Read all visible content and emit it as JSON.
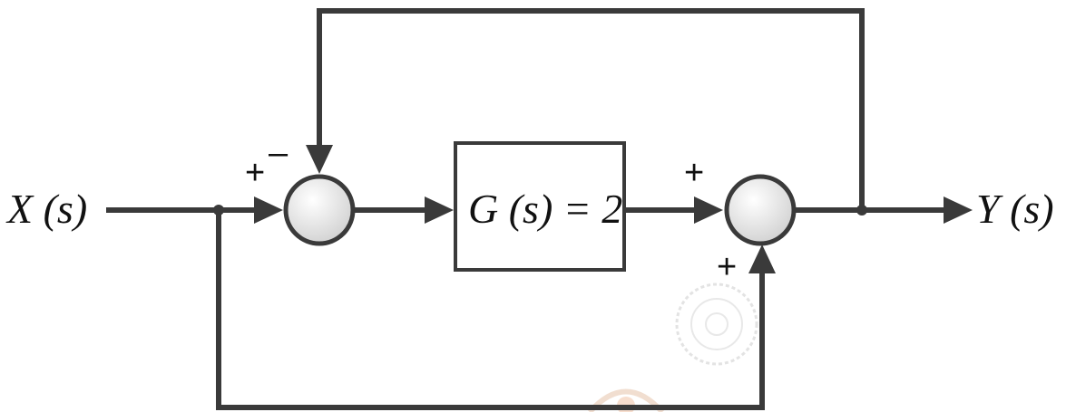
{
  "diagram": {
    "input_label": "X (s)",
    "output_label": "Y (s)",
    "block_label": "G (s) = 2",
    "sum1": {
      "sign_left": "+",
      "sign_top": "–"
    },
    "sum2": {
      "sign_left": "+",
      "sign_bottom": "+"
    }
  },
  "colors": {
    "line": "#3a3a3a",
    "sum_fill_light": "#ffffff",
    "sum_fill_dark": "#d0d0d0",
    "watermark": "#d9a37a"
  }
}
